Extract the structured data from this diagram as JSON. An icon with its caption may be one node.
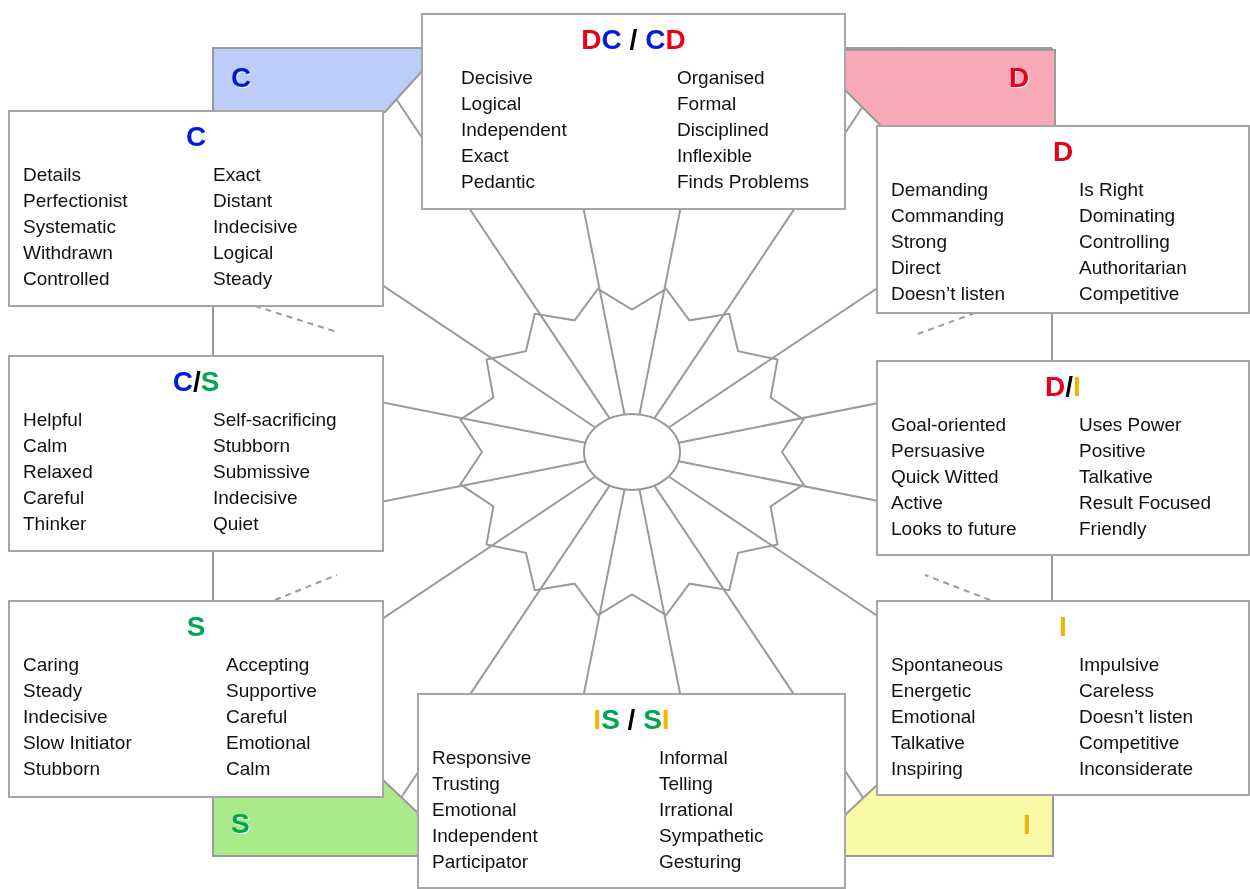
{
  "diagram": {
    "nodes": [
      {
        "text": [
          "DC / CD",
          "Decisive",
          "Logical",
          "Independent",
          "Exact",
          "Pedantic",
          "Organised",
          "Formal",
          "Disciplined",
          "Inflexible",
          "Finds Problems"
        ]
      },
      {
        "text": [
          "C"
        ]
      },
      {
        "text": [
          "D"
        ]
      },
      {
        "text": [
          "C",
          "Details",
          "Perfectionist",
          "Systematic",
          "Withdrawn",
          "Controlled",
          "Exact",
          "Distant",
          "Indecisive",
          "Logical",
          "Steady"
        ]
      },
      {
        "text": [
          "D",
          "Demanding",
          "Commanding",
          "Strong",
          "Direct",
          "Doesn’t listen",
          "Is Right",
          "Dominating",
          "Controlling",
          "Authoritarian",
          "Competitive"
        ]
      },
      {
        "text": [
          "C/S",
          "Helpful",
          "Calm",
          "Relaxed",
          "Careful",
          "Thinker",
          "Self-sacrificing",
          "Stubborn",
          "Submissive",
          "Indecisive",
          "Quiet"
        ]
      },
      {
        "text": [
          "D/I",
          "Goal-oriented",
          "Persuasive",
          "Quick Witted",
          "Active",
          "Looks to future",
          "Uses Power",
          "Positive",
          "Talkative",
          "Result Focused",
          "Friendly"
        ]
      },
      {
        "text": [
          "S",
          "Caring",
          "Steady",
          "Indecisive",
          "Slow Initiator",
          "Stubborn",
          "Accepting",
          "Supportive",
          "Careful",
          "Emotional",
          "Calm"
        ]
      },
      {
        "text": [
          "I",
          "Spontaneous",
          "Energetic",
          "Emotional",
          "Talkative",
          "Inspiring",
          "Impulsive",
          "Careless",
          "Doesn’t listen",
          "Competitive",
          "Inconsiderate"
        ]
      },
      {
        "text": [
          "IS / SI",
          "Responsive",
          "Trusting",
          "Emotional",
          "Independent",
          "Participator",
          "Informal",
          "Telling",
          "Irrational",
          "Sympathetic",
          "Gesturing"
        ]
      },
      {
        "text": [
          "S"
        ]
      },
      {
        "text": [
          "I"
        ]
      }
    ],
    "edges": []
  }
}
